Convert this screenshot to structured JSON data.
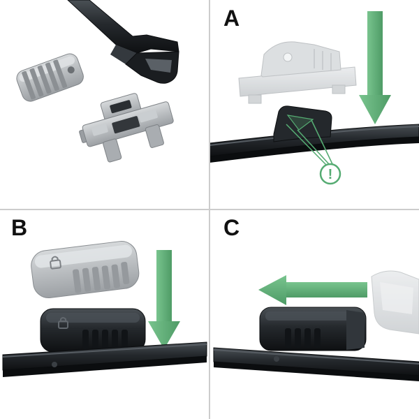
{
  "colors": {
    "background": "#ffffff",
    "divider": "#cccccc",
    "accent_green": "#55ab72",
    "accent_green_light": "#79c48e",
    "accent_green_dark": "#4e9b66",
    "part_dark": "#1f2327",
    "part_gray": "#b9bdc0",
    "ghost_gray": "#d9dcde",
    "label_color": "#111111"
  },
  "panels": {
    "parts": {},
    "a": {
      "label": "A"
    },
    "b": {
      "label": "B"
    },
    "c": {
      "label": "C"
    }
  },
  "warning": {
    "symbol": "!"
  },
  "icons": {
    "down_arrow": "down-arrow-icon",
    "left_arrow": "left-arrow-icon",
    "warning": "warning-icon"
  }
}
